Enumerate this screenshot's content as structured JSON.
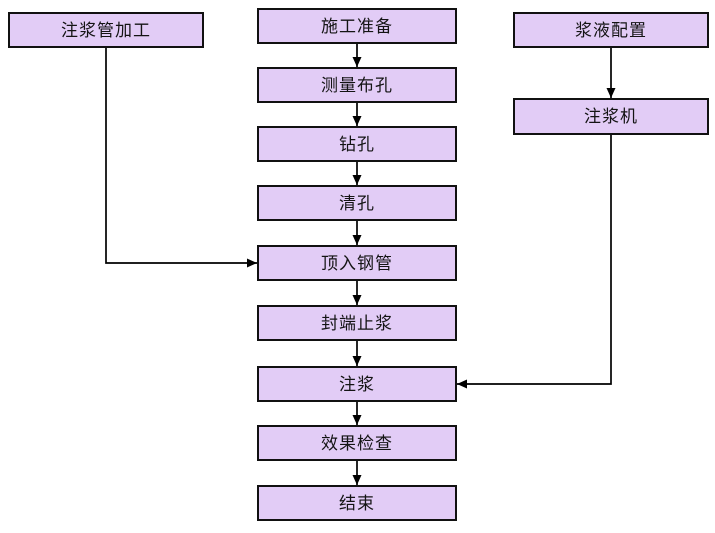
{
  "flowchart": {
    "colors": {
      "node_fill": "#e2ccf6",
      "node_border": "#111111",
      "arrow_color": "#000000",
      "background": "#ffffff"
    },
    "left_branch": {
      "nodes": [
        {
          "label": "注浆管加工"
        }
      ]
    },
    "main_flow": {
      "nodes": [
        {
          "label": "施工准备"
        },
        {
          "label": "测量布孔"
        },
        {
          "label": "钻孔"
        },
        {
          "label": "清孔"
        },
        {
          "label": "顶入钢管"
        },
        {
          "label": "封端止浆"
        },
        {
          "label": "注浆"
        },
        {
          "label": "效果检查"
        },
        {
          "label": "结束"
        }
      ]
    },
    "right_branch": {
      "nodes": [
        {
          "label": "浆液配置"
        },
        {
          "label": "注浆机"
        }
      ]
    },
    "connections": [
      {
        "from": "施工准备",
        "to": "测量布孔"
      },
      {
        "from": "测量布孔",
        "to": "钻孔"
      },
      {
        "from": "钻孔",
        "to": "清孔"
      },
      {
        "from": "清孔",
        "to": "顶入钢管"
      },
      {
        "from": "顶入钢管",
        "to": "封端止浆"
      },
      {
        "from": "封端止浆",
        "to": "注浆"
      },
      {
        "from": "注浆",
        "to": "效果检查"
      },
      {
        "from": "效果检查",
        "to": "结束"
      },
      {
        "from": "注浆管加工",
        "to": "顶入钢管"
      },
      {
        "from": "浆液配置",
        "to": "注浆机"
      },
      {
        "from": "注浆机",
        "to": "注浆"
      }
    ]
  }
}
